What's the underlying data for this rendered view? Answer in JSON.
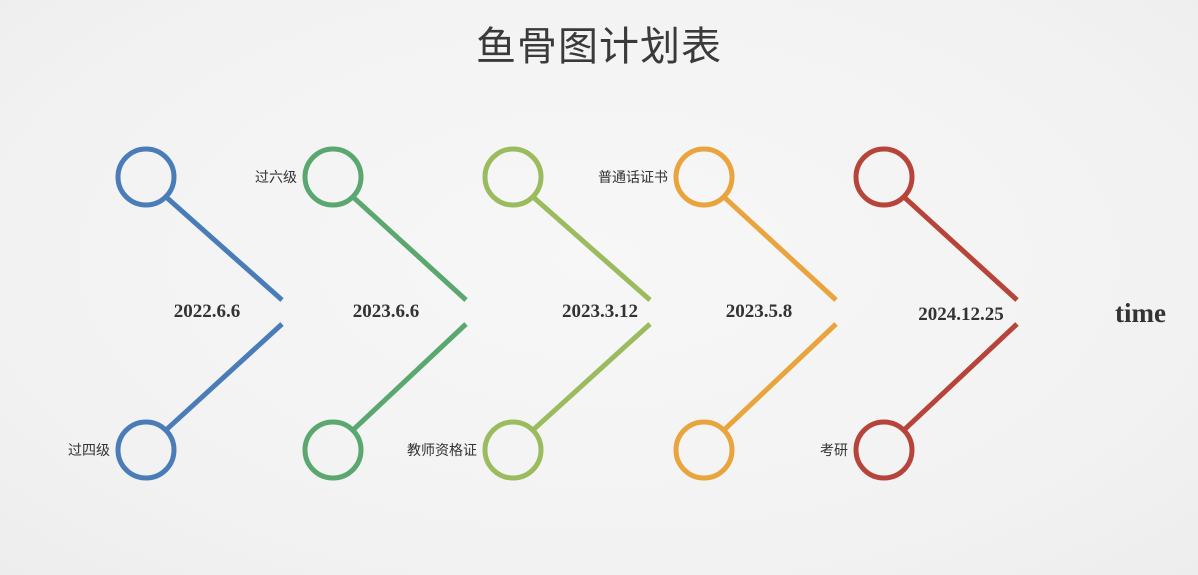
{
  "title": "鱼骨图计划表",
  "axis_label": "time",
  "segments": [
    {
      "date": "2022.6.6",
      "color": "#4a7db8",
      "top_label": "",
      "bottom_label": "过四级"
    },
    {
      "date": "2023.6.6",
      "color": "#5aa870",
      "top_label": "过六级",
      "bottom_label": ""
    },
    {
      "date": "2023.3.12",
      "color": "#9bbb5f",
      "top_label": "",
      "bottom_label": "教师资格证"
    },
    {
      "date": "2023.5.8",
      "color": "#e9a43e",
      "top_label": "普通话证书",
      "bottom_label": ""
    },
    {
      "date": "2024.12.25",
      "color": "#b7443a",
      "top_label": "",
      "bottom_label": "考研"
    }
  ]
}
